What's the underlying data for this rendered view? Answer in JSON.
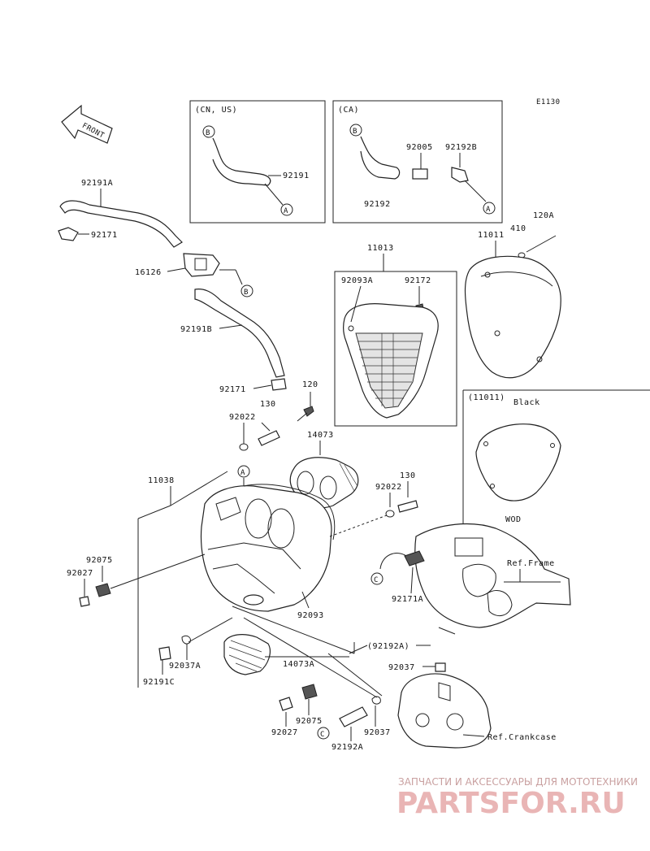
{
  "diagram_code": "E1130",
  "labels": {
    "front": "FRONT"
  },
  "markers": {
    "a": "A",
    "b": "B",
    "c": "C"
  },
  "boxes": {
    "cn_us": {
      "title": "(CN, US)"
    },
    "ca": {
      "title": "(CA)"
    },
    "black": {
      "part": "(11011)",
      "title": "Black",
      "code": "WOD"
    }
  },
  "parts": {
    "p92191": "92191",
    "p92005": "92005",
    "p92192B": "92192B",
    "p92192": "92192",
    "p92191A": "92191A",
    "p92171": "92171",
    "p16126": "16126",
    "p92191B": "92191B",
    "p120": "120",
    "p130": "130",
    "p92022": "92022",
    "p14073": "14073",
    "p11013": "11013",
    "p92093A": "92093A",
    "p92172": "92172",
    "p120A": "120A",
    "p410": "410",
    "p11011": "11011",
    "p11038": "11038",
    "p92093": "92093",
    "p92075": "92075",
    "p92027": "92027",
    "p92191C": "92191C",
    "p92037A": "92037A",
    "p14073A": "14073A",
    "p92192A": "92192A",
    "p92192A_paren": "(92192A)",
    "p92037": "92037",
    "p92171A": "92171A"
  },
  "refs": {
    "frame": "Ref.Frame",
    "crankcase": "Ref.Crankcase"
  },
  "watermark": {
    "tagline": "ЗАПЧАСТИ И АКСЕССУАРЫ ДЛЯ МОТОТЕХНИКИ",
    "brand": "PARTSFOR.RU"
  },
  "colors": {
    "line": "#222222",
    "background": "#ffffff",
    "watermark": "#e9b5b5"
  }
}
